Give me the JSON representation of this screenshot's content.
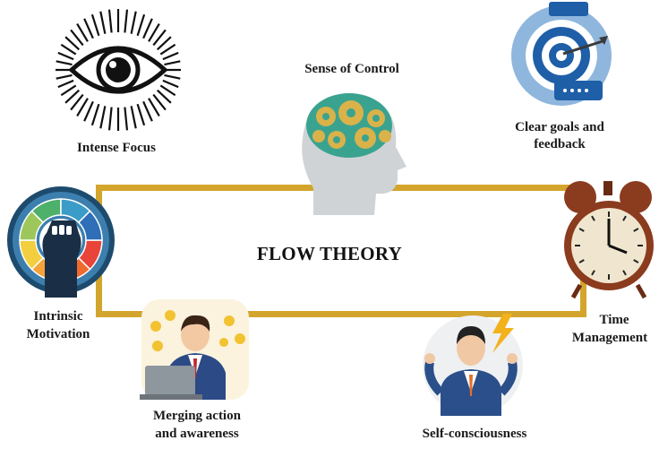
{
  "title": "FLOW THEORY",
  "nodes": {
    "intense_focus": "Intense Focus",
    "sense_of_control": "Sense of Control",
    "clear_goals_line1": "Clear goals and",
    "clear_goals_line2": "feedback",
    "intrinsic_line1": "Intrinsic",
    "intrinsic_line2": "Motivation",
    "time_line1": "Time",
    "time_line2": "Management",
    "merging_line1": "Merging action",
    "merging_line2": "and awareness",
    "self_consciousness": "Self-consciousness"
  },
  "colors": {
    "frame": "#d4a52c",
    "accent_blue": "#1f5fa8",
    "gear_gold": "#d9b24a",
    "head_gray": "#cfd3d6"
  },
  "icons": [
    "eye-icon",
    "brain-gears-icon",
    "target-icon",
    "motivation-fist-icon",
    "alarm-clock-icon",
    "businessman-laptop-icon",
    "businessman-stressed-icon"
  ]
}
